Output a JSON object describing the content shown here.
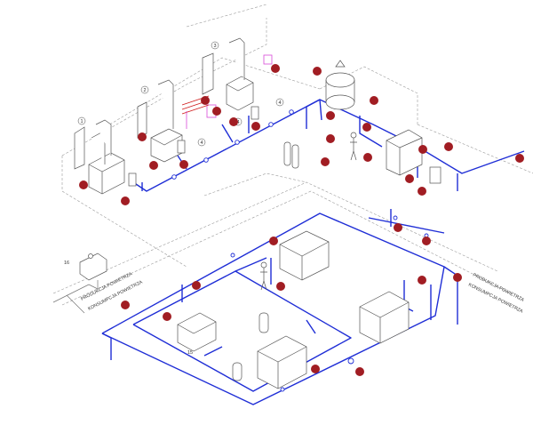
{
  "labels": {
    "left_upper": "PRODUKCJA POWIETRZA",
    "left_lower": "KONSUMPCJA POWIETRZA",
    "right_upper": "PRODUKCJA POWIETRZA",
    "right_lower": "KONSUMPCJA POWIETRZA"
  },
  "numbers": {
    "n1": "1",
    "n2": "2",
    "n3": "3",
    "n4a": "4",
    "n4b": "4",
    "n4c": "4",
    "n16": "16",
    "n15": "15"
  },
  "colors": {
    "pipe": "#1f2ed6",
    "marker": "#a11d23",
    "equipment": "#555555",
    "guide": "#9a9a9a",
    "accent_pink": "#d84ad8",
    "accent_red": "#d01818"
  },
  "marker_count": 34
}
